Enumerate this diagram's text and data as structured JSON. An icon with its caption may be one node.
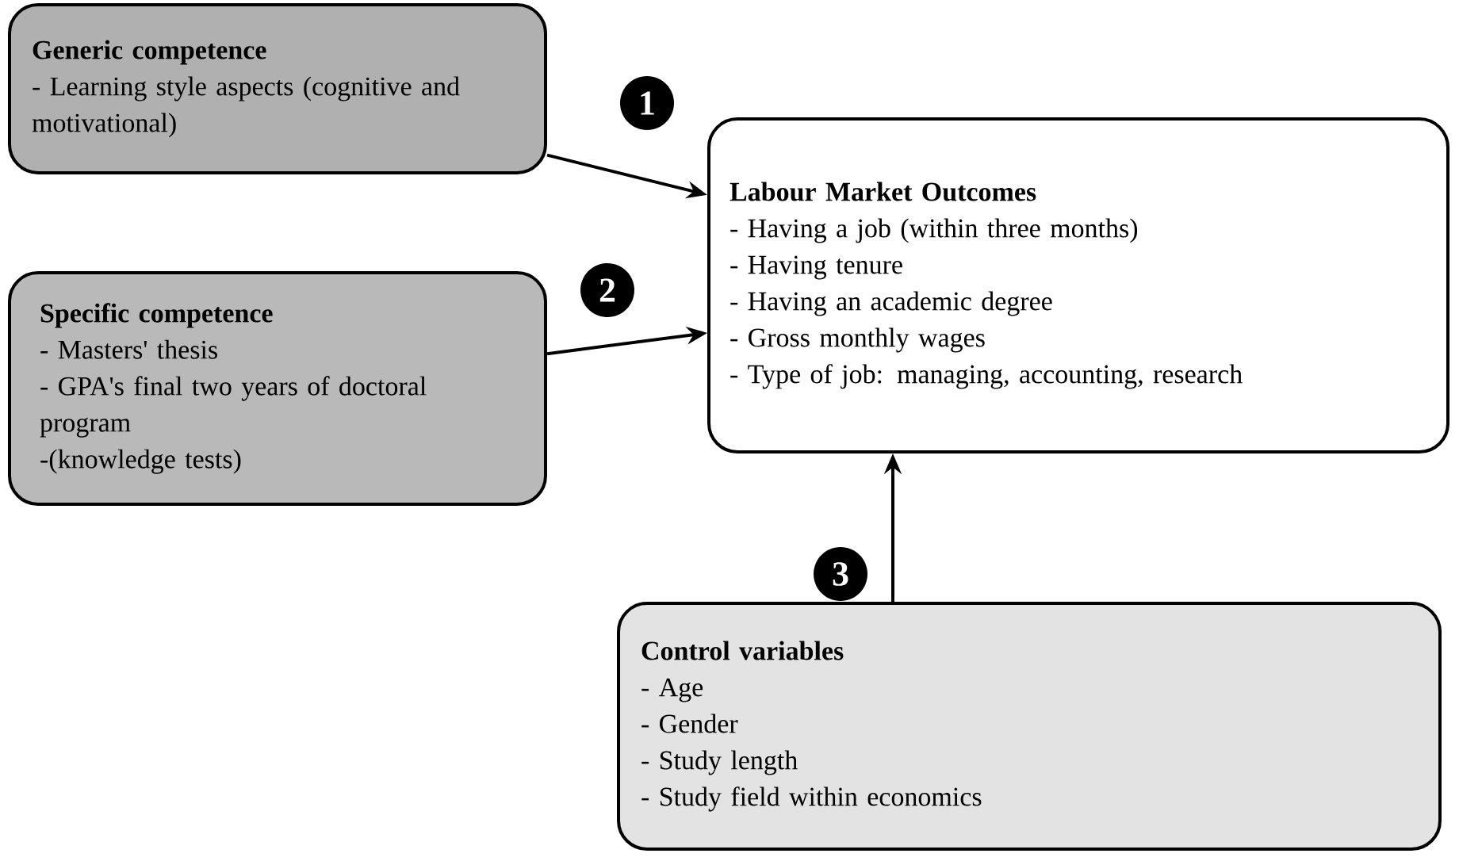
{
  "diagram": {
    "nodes": [
      {
        "text": [
          "Generic competence",
          "- Learning style aspects (cognitive and motivational)"
        ]
      },
      {
        "text": [
          "Specific competence",
          "- Masters' thesis",
          "- GPA's final two years of doctoral program",
          "-(knowledge tests)"
        ]
      },
      {
        "text": [
          "Labour Market Outcomes",
          "- Having a job (within three months)",
          "- Having tenure",
          "- Having an academic degree",
          "- Gross monthly wages",
          "- Type of job: managing, accounting, research"
        ]
      },
      {
        "text": [
          "Control variables",
          "- Age",
          "- Gender",
          "- Study length",
          "- Study field within economics"
        ]
      }
    ],
    "edges": [
      {
        "from": 0,
        "to": 2,
        "arrow": "to",
        "label": "1"
      },
      {
        "from": 1,
        "to": 2,
        "arrow": "to",
        "label": "2"
      },
      {
        "from": 3,
        "to": 2,
        "arrow": "to",
        "label": "3"
      }
    ]
  }
}
